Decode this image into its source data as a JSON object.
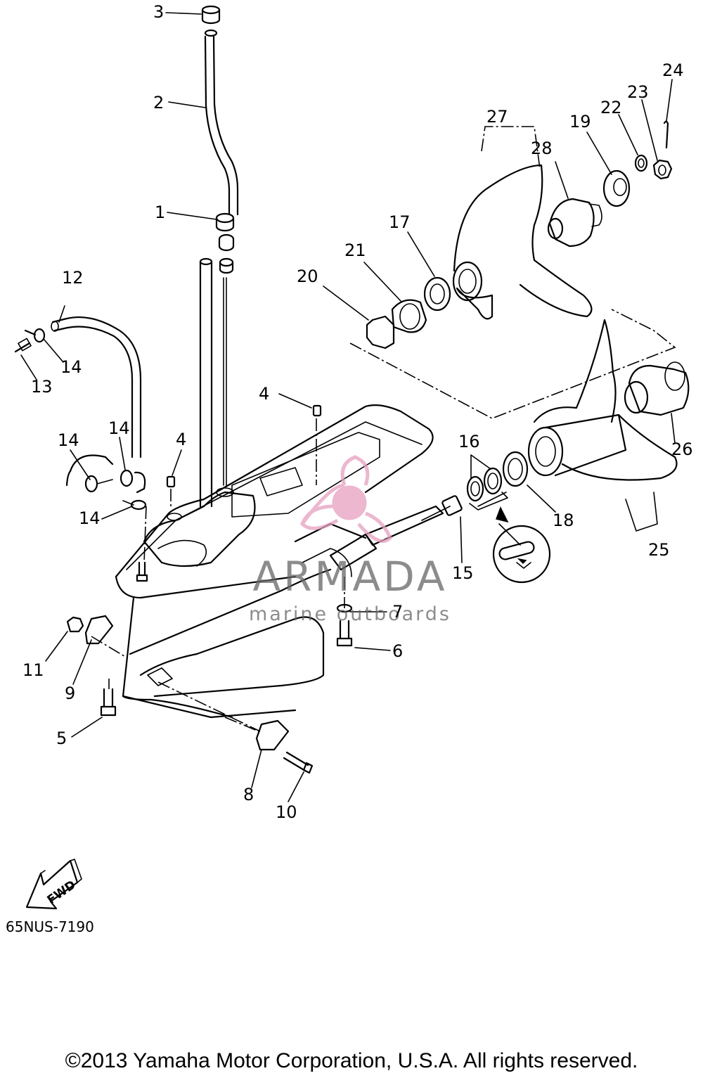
{
  "part_labels": [
    "1",
    "2",
    "3",
    "4",
    "4",
    "5",
    "6",
    "7",
    "8",
    "9",
    "10",
    "11",
    "12",
    "13",
    "14",
    "14",
    "14",
    "14",
    "15",
    "16",
    "17",
    "18",
    "19",
    "20",
    "21",
    "22",
    "23",
    "24",
    "25",
    "26",
    "27",
    "28"
  ],
  "direction_marker": "FWD",
  "diagram_code": "65NUS-7190",
  "watermark": {
    "brand": "ARMADA",
    "tagline": "marine outboards",
    "color": "#e6a0c0"
  },
  "copyright": "©2013 Yamaha Motor Corporation, U.S.A. All rights reserved."
}
